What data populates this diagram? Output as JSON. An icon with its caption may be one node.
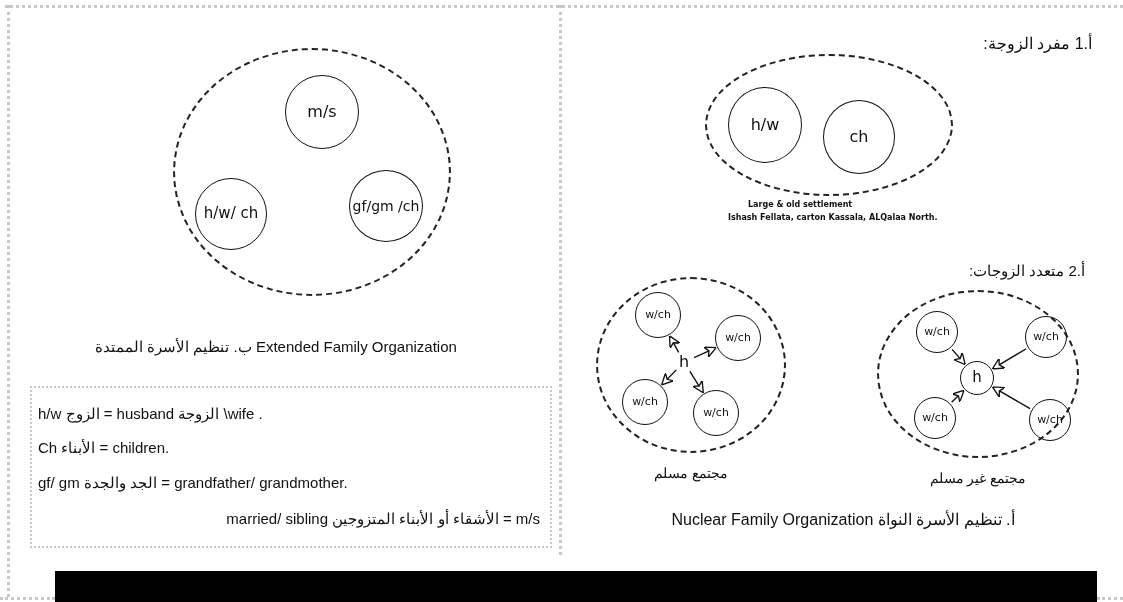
{
  "diagram": {
    "nodes": [
      {
        "text": [],
        "shape": "circle"
      },
      {
        "text": [
          "m/s"
        ],
        "in": 0
      },
      {
        "text": [
          "h/w/ ch"
        ],
        "in": 0
      },
      {
        "text": [
          "gf/gm /ch"
        ],
        "in": 0
      },
      {
        "text": [],
        "shape": "circle"
      },
      {
        "text": [
          "h/w"
        ],
        "in": 4
      },
      {
        "text": [
          "ch"
        ],
        "in": 4
      },
      {
        "text": [],
        "shape": "circle",
        "beside": [
          "مجتمع مسلم"
        ]
      },
      {
        "text": [
          "w/ch"
        ],
        "in": 7
      },
      {
        "text": [
          "w/ch"
        ],
        "in": 7
      },
      {
        "text": [
          "h"
        ],
        "in": 7
      },
      {
        "text": [
          "w/ch"
        ],
        "in": 7
      },
      {
        "text": [
          "w/ch"
        ],
        "in": 7
      },
      {
        "text": [],
        "shape": "circle",
        "beside": [
          "مجتمع غير مسلم"
        ]
      },
      {
        "text": [
          "w/ch"
        ],
        "in": 13
      },
      {
        "text": [
          "w/ch"
        ],
        "in": 13
      },
      {
        "text": [
          "h"
        ],
        "in": 13
      },
      {
        "text": [
          "w/ch"
        ],
        "in": 13
      },
      {
        "text": [
          "w/ch"
        ],
        "in": 13
      }
    ],
    "edges": [
      {
        "from": 10,
        "to": 8,
        "arrow": "to"
      },
      {
        "from": 10,
        "to": 9,
        "arrow": "to"
      },
      {
        "from": 10,
        "to": 11,
        "arrow": "to"
      },
      {
        "from": 10,
        "to": 12,
        "arrow": "to"
      },
      {
        "from": 14,
        "to": 16,
        "arrow": "to"
      },
      {
        "from": 15,
        "to": 16,
        "arrow": "to"
      },
      {
        "from": 17,
        "to": 16,
        "arrow": "to"
      },
      {
        "from": 18,
        "to": 16,
        "arrow": "to"
      }
    ],
    "labels": [
      "أ.1 مفرد الزوجة:",
      "Large & old settlement",
      "Ishash Fellata, carton Kassala, ALQalaa North.",
      "ب. تنظيم الأسرة الممتدة Extended Family Organization",
      "أ.2 متعدد الزوجات:",
      "h/w الزوج = husband الزوجة \\wife   .",
      "Ch الأبناء = children.",
      "gf/ gm الجد والجدة = grandfather/ grandmother.",
      "m/s = الأشقاء أو الأبناء المتزوجين married/ sibling",
      "أ. تنظيم الأسرة النواة Nuclear Family Organization"
    ]
  }
}
